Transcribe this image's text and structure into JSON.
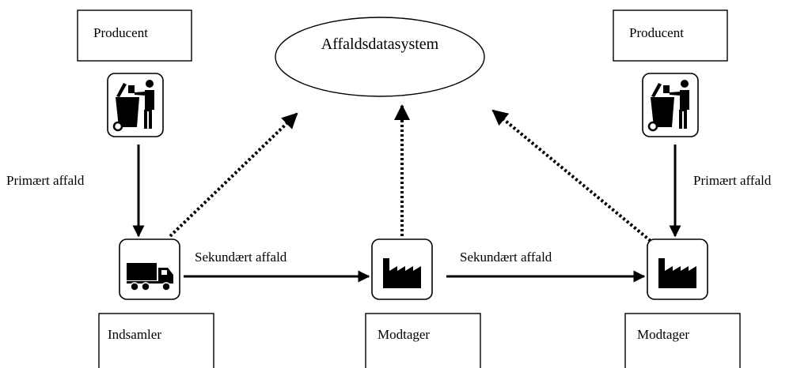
{
  "system": {
    "label": "Affaldsdatasystem"
  },
  "producer_left": {
    "label": "Producent"
  },
  "producer_right": {
    "label": "Producent"
  },
  "collector": {
    "label": "Indsamler"
  },
  "receiver_middle": {
    "label": "Modtager"
  },
  "receiver_right": {
    "label": "Modtager"
  },
  "flows": {
    "primary_left": "Primært affald",
    "primary_right": "Primært affald",
    "secondary_left": "Sekundært affald",
    "secondary_right": "Sekundært affald"
  },
  "icons": {
    "producer": "person-with-wheelie-bin-icon",
    "collector": "truck-icon",
    "receiver": "factory-icon"
  },
  "colors": {
    "ink": "#000000",
    "background": "#ffffff"
  }
}
